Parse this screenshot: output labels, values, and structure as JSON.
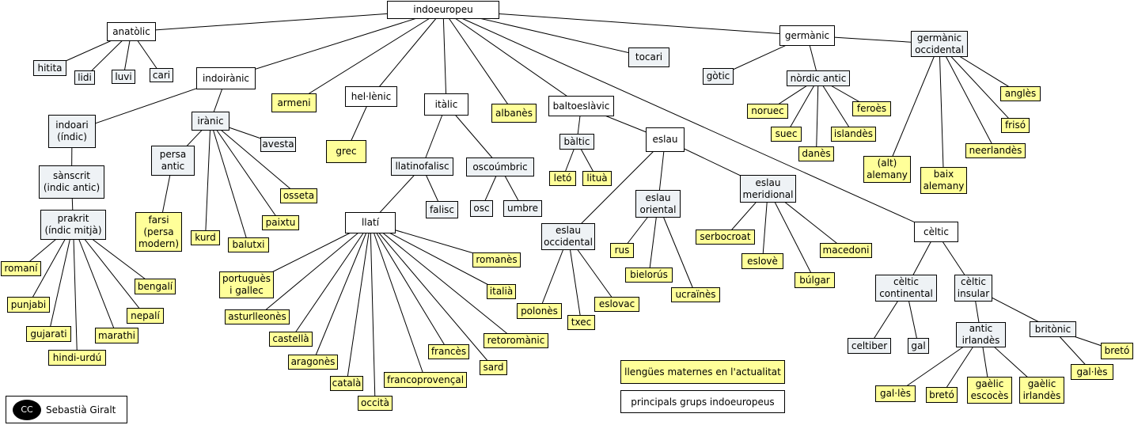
{
  "legend": {
    "modern": "llengües maternes en l'actualitat",
    "groups": "principals grups indoeuropeus"
  },
  "credit": {
    "badge": "CC",
    "author": "Sebastià Giralt"
  },
  "colors": {
    "modern": "#ffff99",
    "group": "#eef2f5",
    "root": "#ffffff"
  },
  "nodes": {
    "indoeuropeu": "indoeuropeu",
    "anatolic": "anatòlic",
    "hitita": "hitita",
    "lidi": "lidi",
    "luvi": "luvi",
    "cari": "cari",
    "indoiranic": "indoirànic",
    "armeni": "armeni",
    "helenic": "hel·lènic",
    "italic": "itàlic",
    "albanes": "albanès",
    "baltoeslavic": "baltoeslàvic",
    "tocari": "tocari",
    "germanic": "germànic",
    "germanic_occ": "germànic\noccidental",
    "indoari": "indoari\n(índic)",
    "iranic": "irànic",
    "sanscrit": "sànscrit\n(indic antic)",
    "prakrit": "prakrit\n(índic mitjà)",
    "persa_antic": "persa\nantic",
    "avesta": "avesta",
    "osseta": "osseta",
    "paixtu": "paixtu",
    "balutxi": "balutxi",
    "kurd": "kurd",
    "farsi": "farsi\n(persa\nmodern)",
    "romani": "romaní",
    "punjabi": "punjabi",
    "gujarati": "gujarati",
    "hindi_urdu": "hindi-urdú",
    "marathi": "marathi",
    "nepali": "nepalí",
    "bengali": "bengalí",
    "grec": "grec",
    "llatinofalisc": "llatinofalisc",
    "oscoumbric": "oscoúmbric",
    "falisc": "falisc",
    "osc": "osc",
    "umbre": "umbre",
    "llati": "llatí",
    "portugues": "portuguès\ni gallec",
    "asturlleones": "asturlleonès",
    "castella": "castellà",
    "aragones": "aragonès",
    "catala": "català",
    "occita": "occità",
    "francoprovencal": "francoprovençal",
    "frances": "francès",
    "sard": "sard",
    "retoromanic": "retoromànic",
    "italia": "italià",
    "romanes": "romanès",
    "baltic": "bàltic",
    "leto": "letó",
    "litua": "lituà",
    "eslau": "eslau",
    "eslau_occ": "eslau\noccidental",
    "eslau_or": "eslau\noriental",
    "eslau_mer": "eslau\nmeridional",
    "polones": "polonès",
    "txec": "txec",
    "eslovac": "eslovac",
    "rus": "rus",
    "bielorus": "bielorús",
    "ucraines": "ucraïnès",
    "serbocroat": "serbocroat",
    "eslove": "eslovè",
    "bulgar": "búlgar",
    "macedoni": "macedoni",
    "gotic": "gòtic",
    "nordic_antic": "nòrdic antic",
    "noruec": "noruec",
    "suec": "suec",
    "danes": "danès",
    "islandes": "islandès",
    "feroes": "feroès",
    "angles": "anglès",
    "friso": "frisó",
    "neerlandes": "neerlandès",
    "alt_alemany": "(alt)\nalemany",
    "baix_alemany": "baix\nalemany",
    "celtic": "cèltic",
    "celtic_cont": "cèltic\ncontinental",
    "celtic_ins": "cèltic\ninsular",
    "celtiber": "celtiber",
    "gal": "gal",
    "antic_irlandes": "antic\nirlandès",
    "britonic": "britònic",
    "gal_les_1": "gal·lès",
    "breto_1": "bretó",
    "gaelic_escoces": "gaèlic\nescocès",
    "gaelic_irlandes": "gaèlic\nirlandès",
    "breto_2": "bretó",
    "gal_les_2": "gal·lès"
  }
}
